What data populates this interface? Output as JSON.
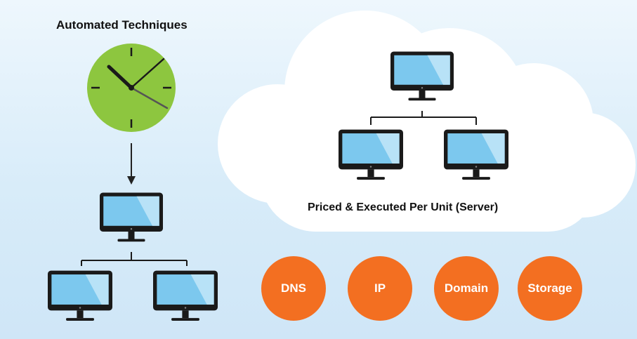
{
  "left": {
    "title": "Automated Techniques"
  },
  "right": {
    "caption": "Priced & Executed Per Unit (Server)"
  },
  "badges": [
    {
      "label": "DNS"
    },
    {
      "label": "IP"
    },
    {
      "label": "Domain"
    },
    {
      "label": "Storage"
    }
  ],
  "colors": {
    "badge": "#f36f21",
    "clock_face": "#8dc63f",
    "screen": "#7cc8ee",
    "monitor_frame": "#1a1a1a"
  },
  "icons": [
    "clock-icon",
    "monitor-icon",
    "arrow-down-icon",
    "cloud-shape"
  ]
}
